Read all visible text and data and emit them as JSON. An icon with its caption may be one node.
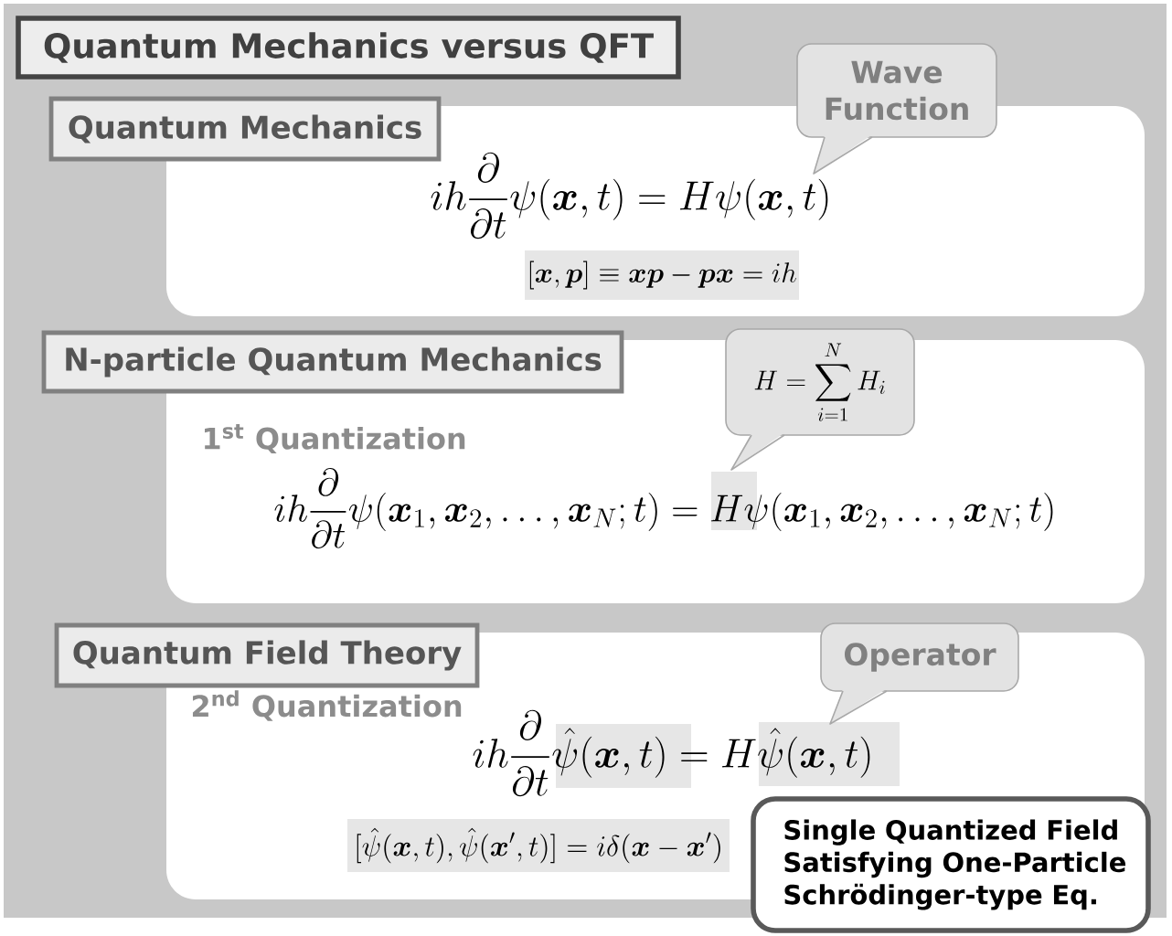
{
  "diagram": {
    "title": "Quantum Mechanics versus QFT",
    "nodes": [
      {
        "text": [
          "Wave Function"
        ]
      },
      {
        "text": [
          "Quantum Mechanics"
        ]
      },
      {
        "text": [
          "ih\\frac{\\partial}{\\partial t}\\psi(\\boldsymbol{x},t)=H\\psi(\\boldsymbol{x},t)",
          "[\\boldsymbol{x},\\boldsymbol{p}]\\equiv\\boldsymbol{x}\\boldsymbol{p}-\\boldsymbol{p}\\boldsymbol{x}=ih"
        ]
      },
      {
        "text": [
          "N-particle Quantum Mechanics"
        ]
      },
      {
        "text": [
          "H=\\sum_{i=1}^{N}H_i"
        ]
      },
      {
        "text": [
          "1$^{st}$ Quantization",
          "ih\\frac{\\partial}{\\partial t}\\psi(\\boldsymbol{x}_1,\\boldsymbol{x}_2,\\ldots,\\boldsymbol{x}_N;t)=H\\psi(\\boldsymbol{x}_1,\\boldsymbol{x}_2,\\ldots,\\boldsymbol{x}_N;t)"
        ]
      },
      {
        "text": [
          "Quantum Field Theory"
        ]
      },
      {
        "text": [
          "Operator"
        ]
      },
      {
        "text": [
          "2$^{nd}$ Quantization",
          "ih\\frac{\\partial}{\\partial t}\\hat{\\psi}(\\boldsymbol{x},t)=H\\hat{\\psi}(\\boldsymbol{x},t)",
          "[\\hat{\\psi}(\\boldsymbol{x},t),\\hat{\\psi}(\\boldsymbol{x}',t)]=i\\delta(\\boldsymbol{x}-\\boldsymbol{x}')"
        ]
      },
      {
        "text": [
          "Single Quantized Field Satisfying One-Particle Schrödinger-type Eq."
        ]
      }
    ]
  }
}
